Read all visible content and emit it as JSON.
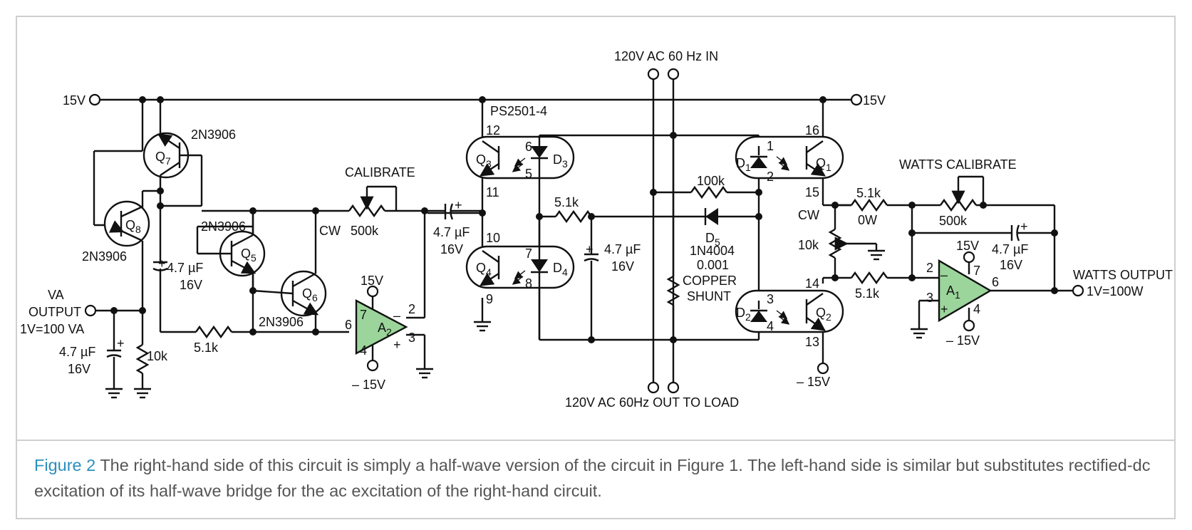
{
  "caption": {
    "figure_label": "Figure 2",
    "text": "The right-hand side of this circuit is simply a half-wave version of the circuit in Figure 1. The left-hand side is similar but substitutes rectified-dc excitation of its half-wave bridge for the ac excitation of the right-hand circuit."
  },
  "diagram": {
    "ac_in": "120V AC 60 Hz IN",
    "ac_out": "120V AC 60Hz OUT TO LOAD",
    "rail_left": "15V",
    "rail_right": "15V",
    "optocoupler": "PS2501-4",
    "q7": {
      "type": "2N3906",
      "ref": "Q",
      "sub": "7"
    },
    "q8": {
      "type": "2N3906",
      "ref": "Q",
      "sub": "8"
    },
    "q5": {
      "type": "2N3906",
      "ref": "Q",
      "sub": "5"
    },
    "q6": {
      "type": "2N3906",
      "ref": "Q",
      "sub": "6"
    },
    "q3": {
      "ref": "Q",
      "sub": "3"
    },
    "q4": {
      "ref": "Q",
      "sub": "4"
    },
    "q1": {
      "ref": "Q",
      "sub": "1"
    },
    "q2": {
      "ref": "Q",
      "sub": "2"
    },
    "d1": {
      "ref": "D",
      "sub": "1"
    },
    "d2": {
      "ref": "D",
      "sub": "2"
    },
    "d3": {
      "ref": "D",
      "sub": "3"
    },
    "d4": {
      "ref": "D",
      "sub": "4"
    },
    "d5": {
      "ref": "D",
      "sub": "5",
      "part": "1N4004"
    },
    "a1": {
      "ref": "A",
      "sub": "1"
    },
    "a2": {
      "ref": "A",
      "sub": "2"
    },
    "pins": {
      "p12": "12",
      "p11": "11",
      "p10": "10",
      "p9": "9",
      "p6": "6",
      "p5": "5",
      "p7": "7",
      "p8": "8",
      "p16": "16",
      "p15": "15",
      "p14": "14",
      "p13": "13",
      "p1": "1",
      "p2": "2",
      "p3": "3",
      "p4": "4"
    },
    "opamp_pins": {
      "a2_7": "7",
      "a2_2": "2",
      "a2_6": "6",
      "a2_4": "4",
      "a2_3": "3",
      "a1_2": "2",
      "a1_7": "7",
      "a1_6": "6",
      "a1_3": "3",
      "a1_4": "4"
    },
    "calibrate": "CALIBRATE",
    "cw_left": "CW",
    "pot_left": "500k",
    "cap_mid_value": "4.7 µF",
    "cap_mid_voltage": "16V",
    "cap_q7_value": "4.7 µF",
    "cap_q7_voltage": "16V",
    "cap_out_value": "4.7 µF",
    "cap_out_voltage": "16V",
    "cap_bridge_value": "4.7 µF",
    "cap_bridge_voltage": "16V",
    "res_5k1_left": "5.1k",
    "res_10k_left": "10k",
    "res_5k1_bridge": "5.1k",
    "res_100k": "100k",
    "shunt_value": "0.001",
    "shunt_label_1": "COPPER",
    "shunt_label_2": "SHUNT",
    "a2_plus15": "15V",
    "a2_minus15": "– 15V",
    "va_output_1": "VA",
    "va_output_2": "OUTPUT",
    "va_output_3": "1V=100 VA",
    "q2_minus15": "– 15V",
    "cw_right": "CW",
    "res_10k_right": "10k",
    "res_5k1_right_top": "5.1k",
    "res_0w": "0W",
    "res_5k1_right_bottom": "5.1k",
    "watts_calibrate": "WATTS CALIBRATE",
    "pot_right": "500k",
    "a1_plus15": "15V",
    "a1_minus15": "– 15V",
    "cap_a1_value": "4.7 µF",
    "cap_a1_voltage": "16V",
    "watts_output_1": "WATTS OUTPUT",
    "watts_output_2": "1V=100W",
    "plus_sign": "+",
    "minus_sign": "–"
  }
}
